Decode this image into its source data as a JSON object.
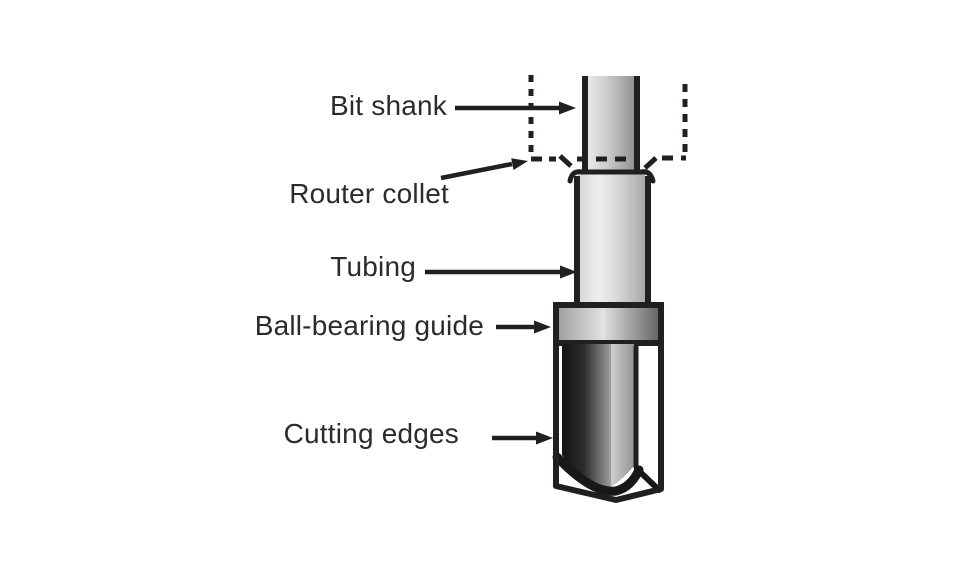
{
  "diagram": {
    "subject_labels": [
      {
        "id": "bit-shank",
        "text": "Bit shank"
      },
      {
        "id": "router-collet",
        "text": "Router collet"
      },
      {
        "id": "tubing",
        "text": "Tubing"
      },
      {
        "id": "ball-bearing-guide",
        "text": "Ball-bearing guide"
      },
      {
        "id": "cutting-edges",
        "text": "Cutting edges"
      }
    ],
    "colors": {
      "ink": "#231f20",
      "label_text": "#2b2b2b",
      "background": "#ffffff",
      "steel_light": "#ececec",
      "steel_mid": "#bdbdbd",
      "steel_dark": "#606060",
      "flute_dark": "#141414"
    }
  }
}
